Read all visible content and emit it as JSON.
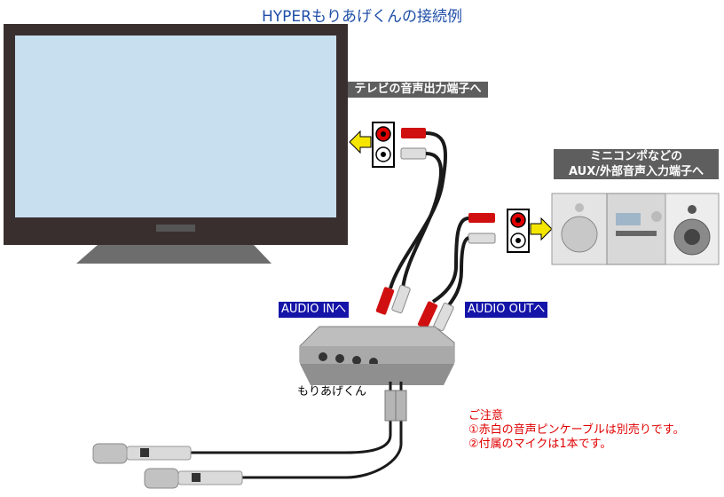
{
  "title": "HYPERもりあげくんの接続例",
  "tv_label": "テレビの音声出力端子へ",
  "stereo_label": [
    "ミニコンポなどの",
    "AUX/外部音声入力端子へ"
  ],
  "audio_in_label": "AUDIO INへ",
  "audio_out_label": "AUDIO OUTへ",
  "device_label": "もりあげくん",
  "notes": [
    "ご注意",
    "①赤白の音声ピンケーブルは別売りです。",
    "②付属のマイクは1本です。"
  ],
  "colors": {
    "title": "#1f4fa8",
    "label_gray": "#5e5e5e",
    "label_blue": "#1414a8",
    "note_red": "#e00000",
    "arrow_yellow": "#f5e600",
    "tv_screen": "#c8dfef"
  }
}
